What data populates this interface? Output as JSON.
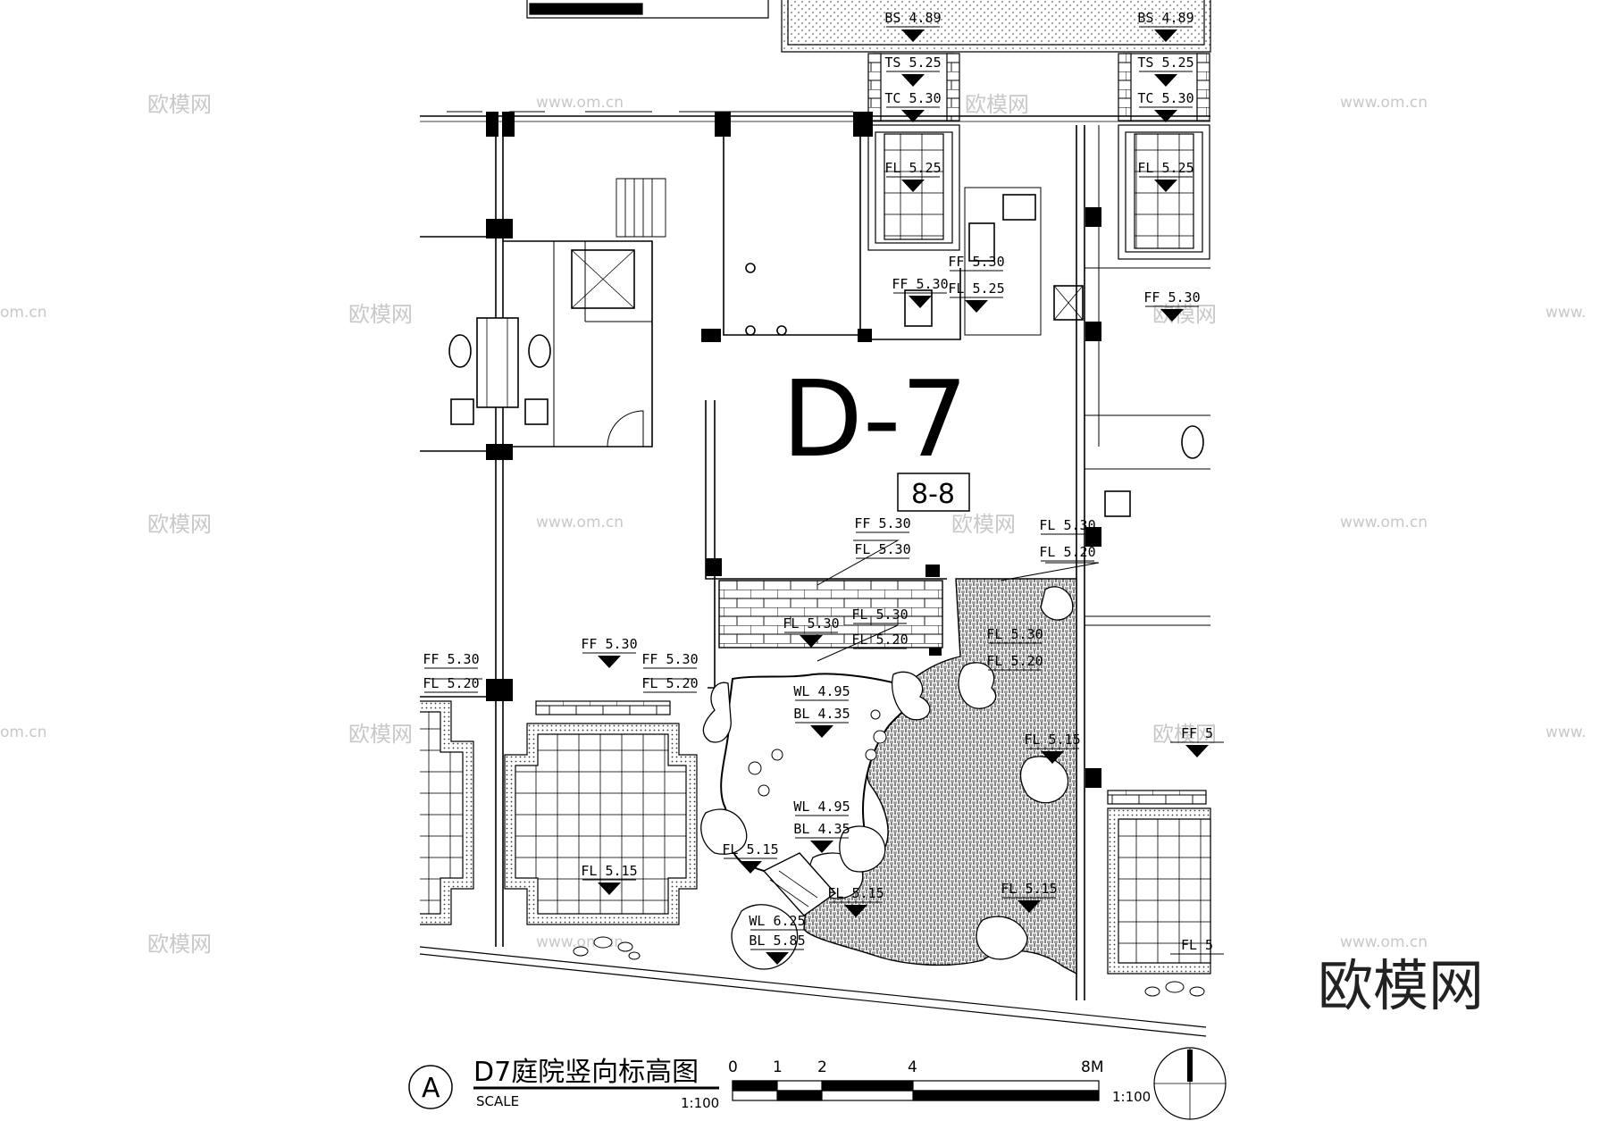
{
  "drawing": {
    "unit_label": "D-7",
    "section_tag": "8-8"
  },
  "levels": [
    {
      "name": "lvl-bs-left",
      "text": "BS 4.89"
    },
    {
      "name": "lvl-bs-right",
      "text": "BS 4.89"
    },
    {
      "name": "lvl-ts-left",
      "text": "TS 5.25"
    },
    {
      "name": "lvl-ts-right",
      "text": "TS 5.25"
    },
    {
      "name": "lvl-tc-left",
      "text": "TC 5.30"
    },
    {
      "name": "lvl-tc-right",
      "text": "TC 5.30"
    },
    {
      "name": "lvl-fl-porch-left",
      "text": "FL 5.25"
    },
    {
      "name": "lvl-fl-porch-right",
      "text": "FL 5.25"
    },
    {
      "name": "lvl-ff-kitchen",
      "text": "FF 5.30"
    },
    {
      "name": "lvl-ff-kitchen-2",
      "text": "FF 5.30"
    },
    {
      "name": "lvl-fl-kitchen-2",
      "text": "FL 5.25"
    },
    {
      "name": "lvl-ff-right-room",
      "text": "FF 5.30"
    },
    {
      "name": "lvl-ff-terrace",
      "text": "FF 5.30"
    },
    {
      "name": "lvl-fl-terrace",
      "text": "FL 5.30"
    },
    {
      "name": "lvl-fl-paving-top",
      "text": "FL 5.30"
    },
    {
      "name": "lvl-fl-paving-top-2",
      "text": "FL 5.20"
    },
    {
      "name": "lvl-fl-step",
      "text": "FL 5.30"
    },
    {
      "name": "lvl-fl-mid",
      "text": "FL 5.30"
    },
    {
      "name": "lvl-fl-mid-2",
      "text": "FL 5.20"
    },
    {
      "name": "lvl-fl-court",
      "text": "FL 5.30"
    },
    {
      "name": "lvl-fl-court-2",
      "text": "FL 5.20"
    },
    {
      "name": "lvl-ff-left-unit",
      "text": "FF 5.30"
    },
    {
      "name": "lvl-fl-left-unit",
      "text": "FL 5.20"
    },
    {
      "name": "lvl-ff-garden-gate",
      "text": "FF 5.30"
    },
    {
      "name": "lvl-ff-entry",
      "text": "FF 5.30"
    },
    {
      "name": "lvl-fl-entry",
      "text": "FL 5.20"
    },
    {
      "name": "lvl-wl-pond-1",
      "text": "WL 4.95"
    },
    {
      "name": "lvl-bl-pond-1",
      "text": "BL 4.35"
    },
    {
      "name": "lvl-wl-pond-2",
      "text": "WL 4.95"
    },
    {
      "name": "lvl-bl-pond-2",
      "text": "BL 4.35"
    },
    {
      "name": "lvl-fl-paving-east",
      "text": "FL 5.15"
    },
    {
      "name": "lvl-fl-bridge",
      "text": "FL 5.15"
    },
    {
      "name": "lvl-fl-pond-edge",
      "text": "FL 5.15"
    },
    {
      "name": "lvl-fl-paving-south",
      "text": "FL 5.15"
    },
    {
      "name": "lvl-fl-entry-court",
      "text": "FL 5.15"
    },
    {
      "name": "lvl-wl-rockery",
      "text": "WL 6.25"
    },
    {
      "name": "lvl-bl-rockery",
      "text": "BL 5.85"
    },
    {
      "name": "lvl-ff-right-edge",
      "text": "FF 5"
    },
    {
      "name": "lvl-fl-right-edge",
      "text": "FL 5"
    }
  ],
  "title_block": {
    "circle_letter": "A",
    "title": "D7庭院竖向标高图",
    "scale_word": "SCALE",
    "scale": "1:100",
    "bar_scale": "1:100",
    "bar_ticks": [
      "0",
      "1",
      "2",
      "4",
      "8M"
    ]
  },
  "watermarks": {
    "brand": "欧模网",
    "url": "www.om.cn",
    "url_short": "om.cn",
    "url_prefix": "www."
  },
  "colors": {
    "ink": "#000000",
    "watermark": "#c8c8c8",
    "hatch": "#555555"
  }
}
